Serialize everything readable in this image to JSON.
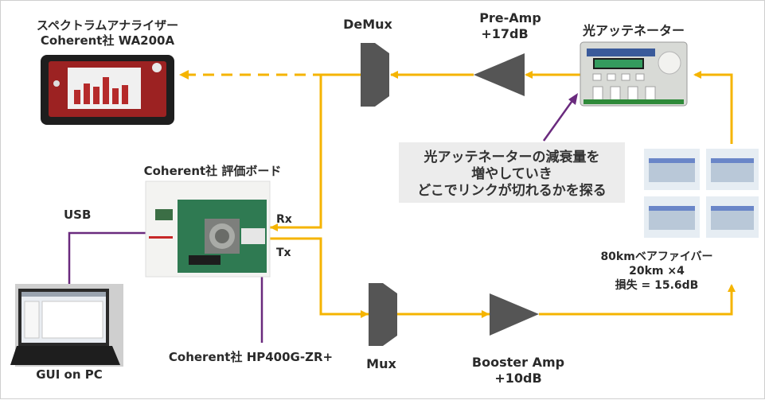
{
  "labels": {
    "spectrum_line1": "スペクトラムアナライザー",
    "spectrum_line2": "Coherent社 WA200A",
    "demux": "DeMux",
    "preamp_line1": "Pre-Amp",
    "preamp_line2": "+17dB",
    "attenuator": "光アッテネーター",
    "board": "Coherent社 評価ボード",
    "rx": "Rx",
    "tx": "Tx",
    "usb": "USB",
    "gui": "GUI on PC",
    "module": "Coherent社 HP400G-ZR+",
    "mux": "Mux",
    "booster_line1": "Booster Amp",
    "booster_line2": "+10dB",
    "fiber_line1": "80kmベアファイバー",
    "fiber_line2": "20km ×4",
    "fiber_line3": "損失 = 15.6dB"
  },
  "note": {
    "line1": "光アッテネーターの減衰量を",
    "line2": "増やしていき",
    "line3": "どこでリンクが切れるかを探る"
  },
  "colors": {
    "signal": "#f5b400",
    "control": "#6a2a7e",
    "device": "#555555",
    "note_bg": "#ececec"
  }
}
